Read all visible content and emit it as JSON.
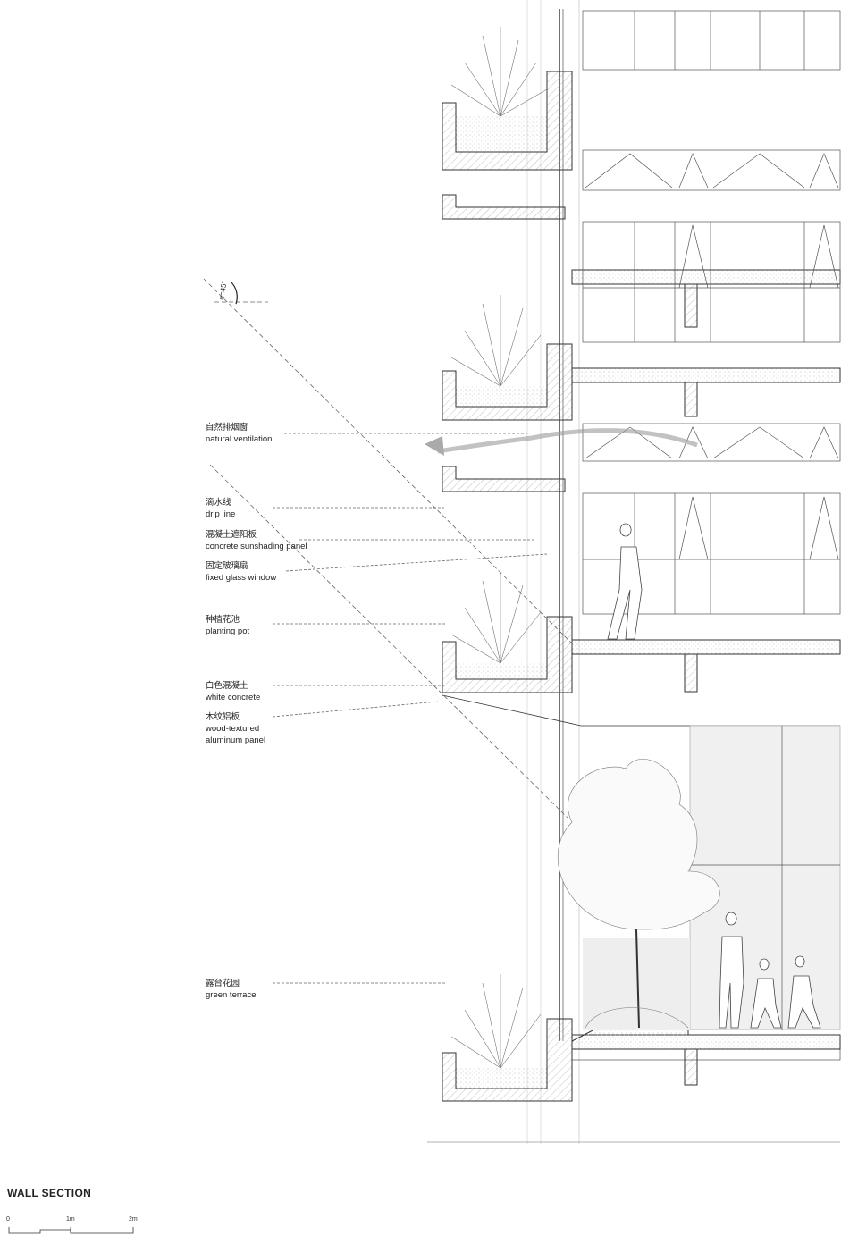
{
  "title": "WALL SECTION",
  "angle_label": "α=45°",
  "annotations": [
    {
      "zh": "自然排烟窗",
      "en": "natural ventilation"
    },
    {
      "zh": "滴水线",
      "en": "drip line"
    },
    {
      "zh": "混凝土遮阳板",
      "en": "concrete sunshading panel"
    },
    {
      "zh": "固定玻璃扇",
      "en": "fixed glass window"
    },
    {
      "zh": "种植花池",
      "en": "planting pot"
    },
    {
      "zh": "白色混凝土",
      "en": "white concrete"
    },
    {
      "zh": "木纹铝板",
      "en": "wood-textured aluminum panel"
    },
    {
      "zh": "露台花园",
      "en": "green terrace"
    }
  ],
  "scale": {
    "ticks": [
      "0",
      "1m",
      "2m"
    ]
  }
}
